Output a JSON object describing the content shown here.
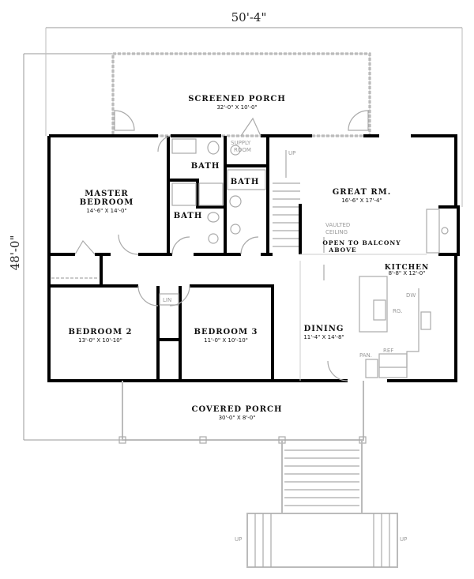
{
  "dimensions": {
    "width": "50'-4\"",
    "depth": "48'-0\""
  },
  "rooms": {
    "screened_porch": {
      "name": "SCREENED PORCH",
      "size": "32'-0\" X 10'-0\""
    },
    "master_bedroom": {
      "name_line1": "MASTER",
      "name_line2": "BEDROOM",
      "size": "14'-6\" X 14'-0\""
    },
    "bath1": {
      "name": "BATH"
    },
    "bath2": {
      "name": "BATH"
    },
    "bath3": {
      "name": "BATH"
    },
    "supply_room": {
      "name_line1": "SUPPLY",
      "name_line2": "ROOM"
    },
    "great_room": {
      "name": "GREAT RM.",
      "size": "16'-6\" X 17'-4\""
    },
    "vaulted": {
      "line1": "VAULTED",
      "line2": "CEILING"
    },
    "balcony": {
      "line1": "OPEN TO BALCONY",
      "line2": "ABOVE"
    },
    "kitchen": {
      "name": "KITCHEN",
      "size": "8'-8\" X 12'-0\""
    },
    "dining": {
      "name": "DINING",
      "size": "11'-4\" X 14'-8\""
    },
    "bedroom2": {
      "name": "BEDROOM 2",
      "size": "13'-0\" X 10'-10\""
    },
    "bedroom3": {
      "name": "BEDROOM 3",
      "size": "11'-0\" X 10'-10\""
    },
    "covered_porch": {
      "name": "COVERED PORCH",
      "size": "30'-0\" X 8'-0\""
    }
  },
  "fixtures": {
    "up_stair": "UP",
    "up_left": "UP",
    "up_right": "UP",
    "linen": "LIN",
    "dishwasher": "DW",
    "range": "RG.",
    "pantry": "PAN.",
    "refrigerator": "REF"
  }
}
